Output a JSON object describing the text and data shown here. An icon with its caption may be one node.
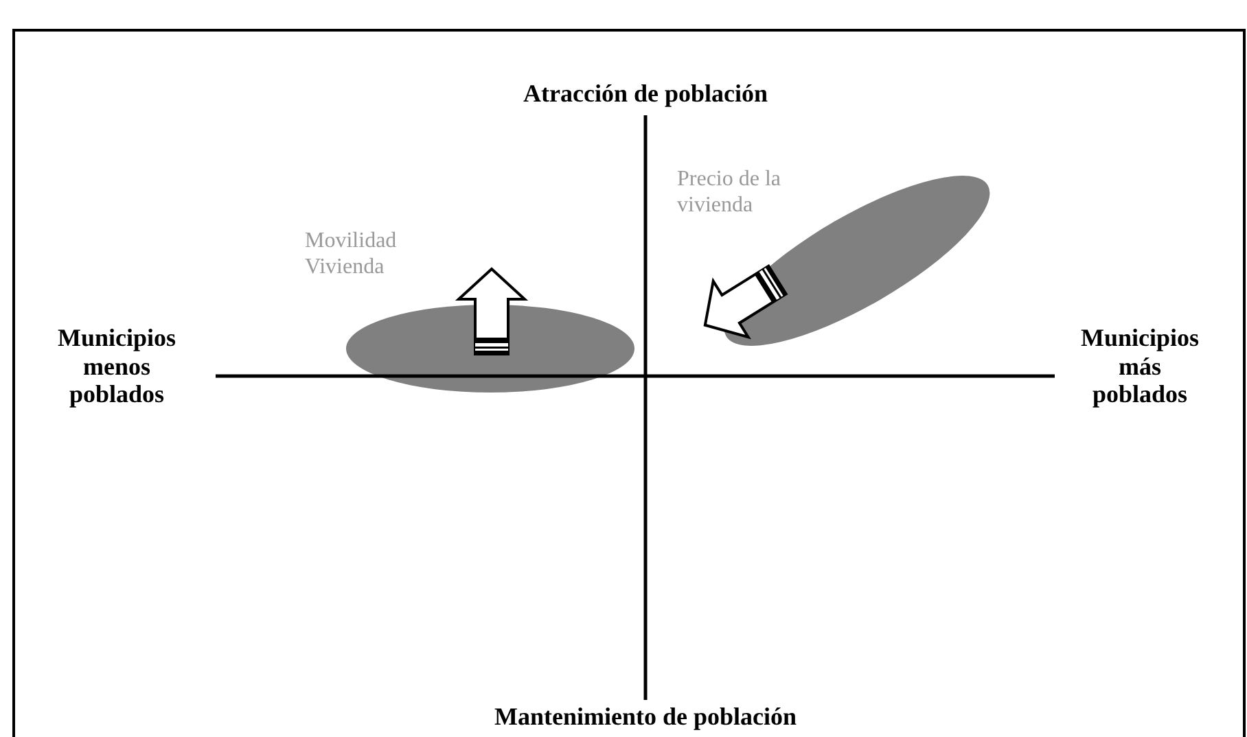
{
  "diagram": {
    "nodes": [
      {
        "text": [],
        "shape": "ellipse",
        "beside": [
          "Movilidad Vivienda"
        ]
      },
      {
        "text": [],
        "shape": "ellipse",
        "beside": [
          "Precio de la vivienda"
        ]
      }
    ],
    "labels": [
      "Atracción de población",
      "Municipios menos poblados",
      "Municipios más poblados",
      "Mantenimiento de población"
    ]
  }
}
